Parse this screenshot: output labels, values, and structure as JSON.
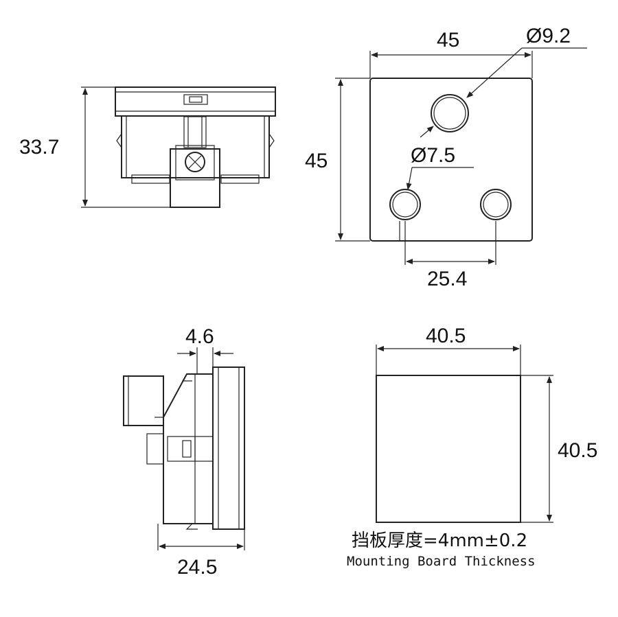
{
  "front_view": {
    "height_label": "33.7"
  },
  "face_view": {
    "width_label": "45",
    "height_label": "45",
    "large_hole_label": "Ø9.2",
    "small_hole_label": "Ø7.5",
    "pin_spacing_label": "25.4"
  },
  "side_view": {
    "flange_label": "4.6",
    "depth_label": "24.5"
  },
  "cutout_view": {
    "width_label": "40.5",
    "height_label": "40.5"
  },
  "note": {
    "cn": "挡板厚度=4mm±0.2",
    "en": "Mounting Board Thickness"
  }
}
